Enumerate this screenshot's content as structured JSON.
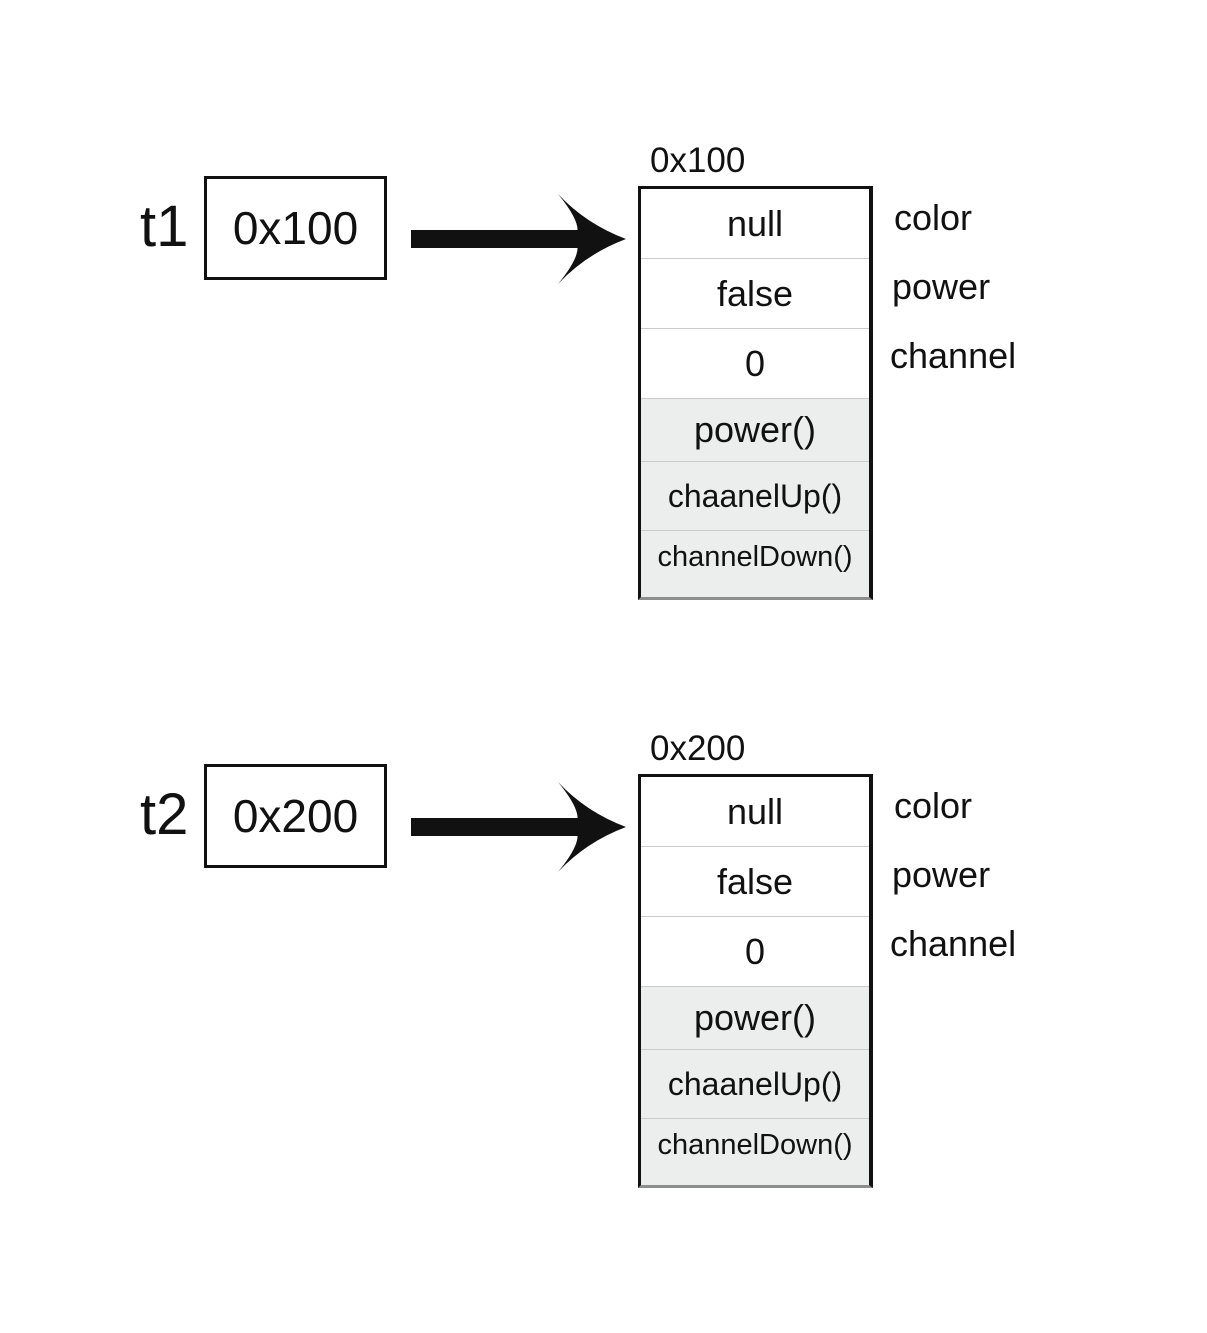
{
  "instances": [
    {
      "var": "t1",
      "ref": "0x100",
      "address": "0x100",
      "fields": [
        {
          "value": "null",
          "name": "color"
        },
        {
          "value": "false",
          "name": "power"
        },
        {
          "value": "0",
          "name": "channel"
        }
      ],
      "methods": [
        "power()",
        "chaanelUp()",
        "channelDown()"
      ]
    },
    {
      "var": "t2",
      "ref": "0x200",
      "address": "0x200",
      "fields": [
        {
          "value": "null",
          "name": "color"
        },
        {
          "value": "false",
          "name": "power"
        },
        {
          "value": "0",
          "name": "channel"
        }
      ],
      "methods": [
        "power()",
        "chaanelUp()",
        "channelDown()"
      ]
    }
  ]
}
